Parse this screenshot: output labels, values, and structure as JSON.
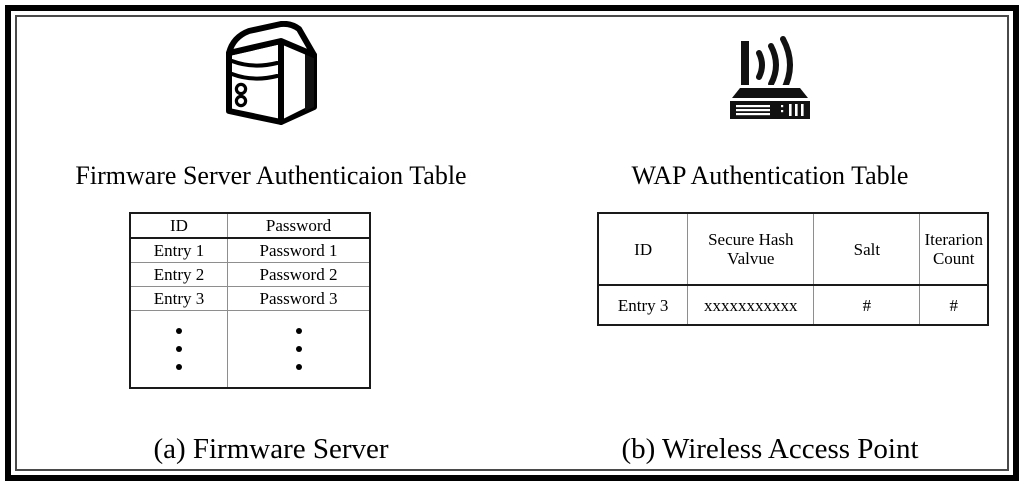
{
  "figure": {
    "panels": [
      {
        "id": "firmware-server",
        "icon": "server-tower-icon",
        "table_title": "Firmware Server Authenticaion Table",
        "caption": "(a) Firmware Server",
        "table": {
          "headers": [
            "ID",
            "Password"
          ],
          "rows": [
            [
              "Entry 1",
              "Password 1"
            ],
            [
              "Entry 2",
              "Password 2"
            ],
            [
              "Entry 3",
              "Password 3"
            ]
          ],
          "continuation": "vertical-ellipsis"
        }
      },
      {
        "id": "wireless-access-point",
        "icon": "wireless-router-icon",
        "table_title": "WAP Authentication Table",
        "caption": "(b) Wireless Access Point",
        "table": {
          "headers": [
            "ID",
            "Secure Hash Valvue",
            "Salt",
            "Iterarion Count"
          ],
          "header_lines": [
            [
              "ID"
            ],
            [
              "Secure Hash",
              "Valvue"
            ],
            [
              "Salt"
            ],
            [
              "Iterarion",
              "Count"
            ]
          ],
          "rows": [
            [
              "Entry 3",
              "xxxxxxxxxxx",
              "#",
              "#"
            ]
          ]
        }
      }
    ]
  },
  "colors": {
    "frame_outer": "#000000",
    "frame_inner": "#4a4a4a",
    "table_border": "#1a1a1a",
    "table_grid": "#8e8e8e",
    "background": "#ffffff",
    "ink": "#000000"
  }
}
